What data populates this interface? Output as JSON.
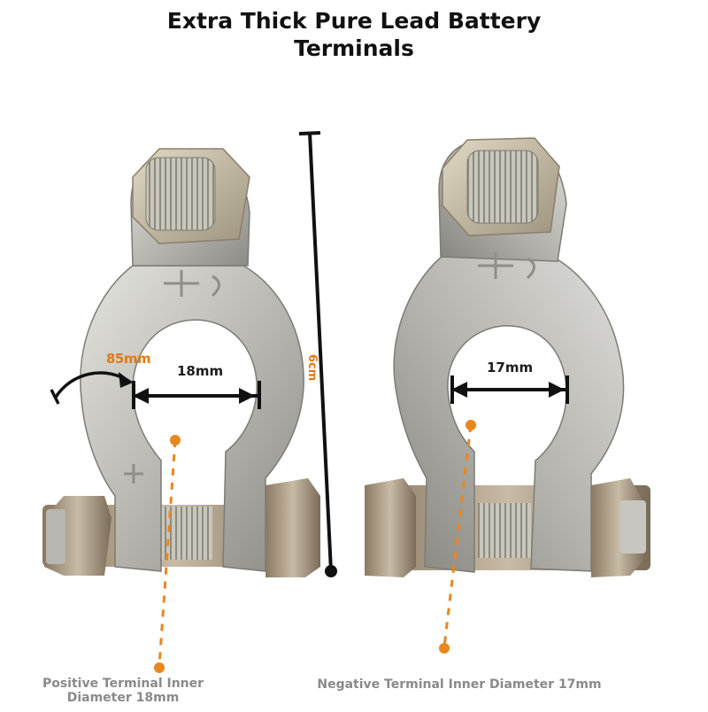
{
  "title": {
    "line1": "Extra Thick Pure Lead Battery",
    "line2": "Terminals"
  },
  "dimensions": {
    "angle_label": "85mm",
    "positive_inner": "18mm",
    "negative_inner": "17mm",
    "height": "6cm"
  },
  "captions": {
    "positive": "Positive Terminal Inner Diameter 18mm",
    "negative": "Negative Terminal Inner Diameter 17mm"
  },
  "colors": {
    "accent": "#e8861f",
    "metal_light": "#d9d9d4",
    "metal_mid": "#b4b3ad",
    "metal_dark": "#7f7e78",
    "bolt": "#c9b891",
    "background": "#ffffff"
  }
}
